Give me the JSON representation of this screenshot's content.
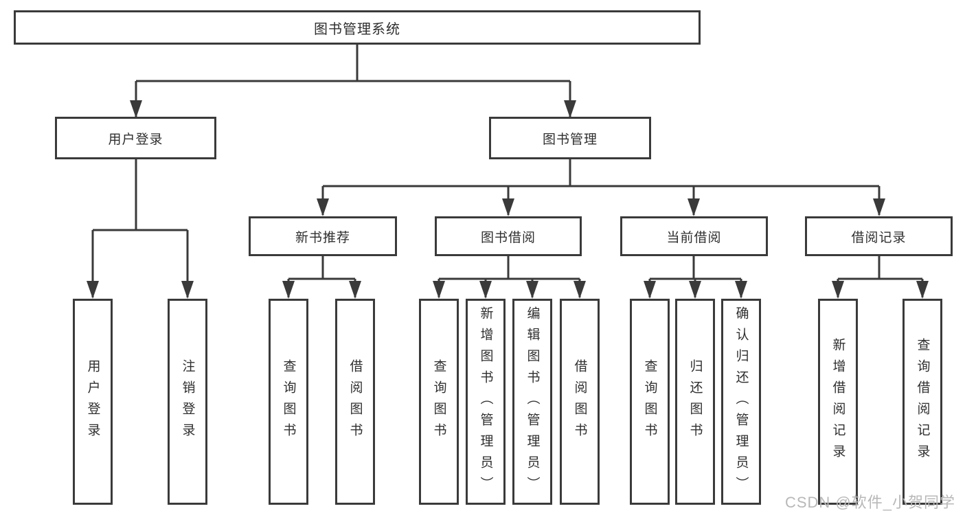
{
  "colors": {
    "line": "#3a3a3a",
    "border": "#3a3a3a",
    "text": "#2f2f2f",
    "watermark": "#b8b8b8",
    "background": "#ffffff"
  },
  "watermark": {
    "text": "CSDN @软件_小贺同学"
  },
  "tree": {
    "root": "图书管理系统",
    "branches": [
      {
        "label": "用户登录",
        "children": [
          "用户登录",
          "注销登录"
        ]
      },
      {
        "label": "图书管理",
        "groups": [
          {
            "label": "新书推荐",
            "children": [
              "查询图书",
              "借阅图书"
            ]
          },
          {
            "label": "图书借阅",
            "children": [
              "查询图书",
              "新增图书（管理员）",
              "编辑图书（管理员）",
              "借阅图书"
            ]
          },
          {
            "label": "当前借阅",
            "children": [
              "查询图书",
              "归还图书",
              "确认归还（管理员）"
            ]
          },
          {
            "label": "借阅记录",
            "children": [
              "新增借阅记录",
              "查询借阅记录"
            ]
          }
        ]
      }
    ]
  }
}
